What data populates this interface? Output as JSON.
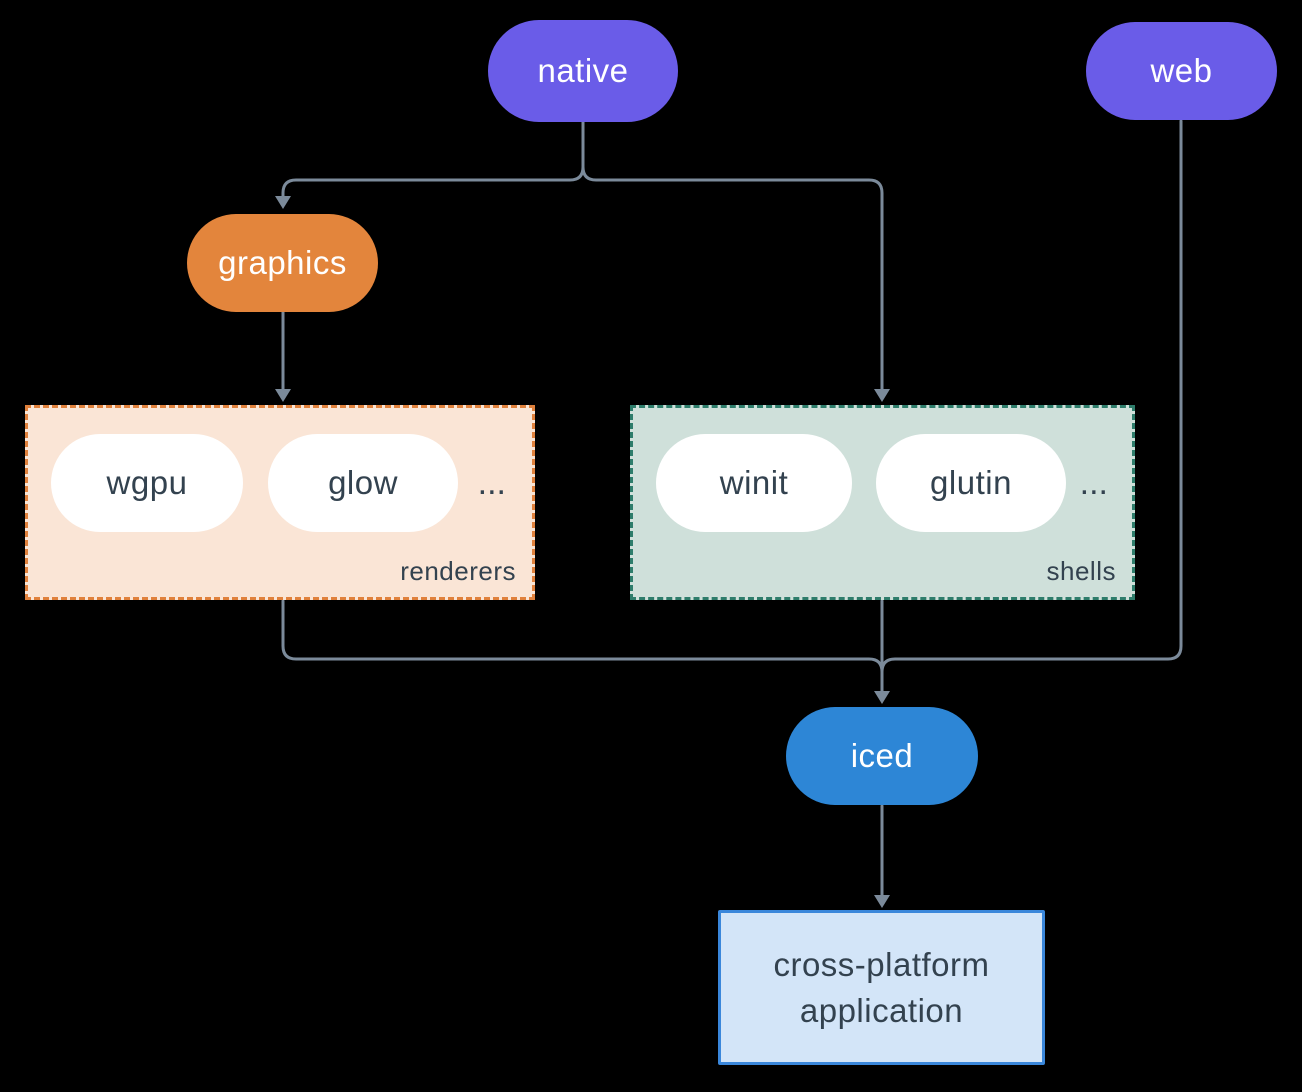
{
  "nodes": {
    "native": {
      "label": "native",
      "color": "#6a5ce8"
    },
    "web": {
      "label": "web",
      "color": "#6a5ce8"
    },
    "graphics": {
      "label": "graphics",
      "color": "#e3853c"
    },
    "iced": {
      "label": "iced",
      "color": "#2d86d6"
    },
    "application": {
      "line1": "cross-platform",
      "line2": "application"
    }
  },
  "groups": {
    "renderers": {
      "label": "renderers",
      "items": [
        "wgpu",
        "glow"
      ],
      "ellipsis": "...",
      "fill": "#fae5d6",
      "border": "#e0813c"
    },
    "shells": {
      "label": "shells",
      "items": [
        "winit",
        "glutin"
      ],
      "ellipsis": "...",
      "fill": "#cfe0da",
      "border": "#2e7d6b"
    }
  },
  "edges": [
    {
      "from": "native",
      "to": "graphics"
    },
    {
      "from": "native",
      "to": "shells"
    },
    {
      "from": "graphics",
      "to": "renderers"
    },
    {
      "from": "renderers",
      "to": "iced"
    },
    {
      "from": "shells",
      "to": "iced"
    },
    {
      "from": "web",
      "to": "iced"
    },
    {
      "from": "iced",
      "to": "application"
    }
  ],
  "colors": {
    "background": "#000000",
    "connector": "#7b8a9a",
    "node-purple": "#6a5ce8",
    "node-orange": "#e3853c",
    "node-blue": "#2d86d6",
    "pill-white": "#ffffff",
    "text-dark": "#33424f",
    "text-light": "#ffffff",
    "renderers-fill": "#fae5d6",
    "renderers-border": "#e0813c",
    "shells-fill": "#cfe0da",
    "shells-border": "#2e7d6b",
    "app-fill": "#d3e5f8",
    "app-border": "#3a87db"
  }
}
